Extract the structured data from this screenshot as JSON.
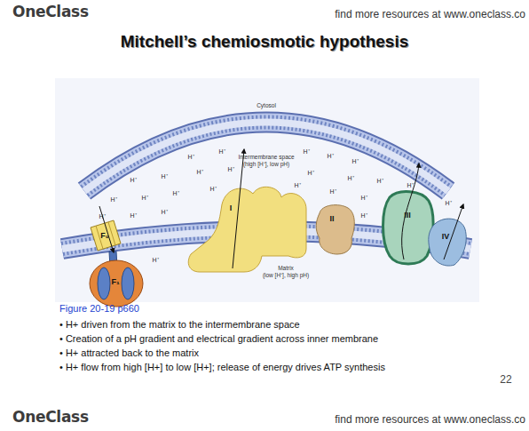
{
  "diagram": {
    "title": "Mitchell’s chemiosmotic hypothesis",
    "nodes": [
      {
        "text": [
          "F₀"
        ]
      },
      {
        "text": [
          "F₁"
        ]
      },
      {
        "text": [
          "I"
        ]
      },
      {
        "text": [
          "II"
        ]
      },
      {
        "text": [
          "III"
        ]
      },
      {
        "text": [
          "IV"
        ]
      }
    ],
    "labels": [
      "OneClass",
      "find more resources at www.oneclass.co",
      "Cytosol",
      "Intermembrane space",
      "(high [H⁺], low pH)",
      "H⁺",
      "H⁺",
      "H⁺",
      "H⁺",
      "H⁺",
      "H⁺",
      "H⁺",
      "H⁺",
      "H⁺",
      "H⁺",
      "H⁺",
      "H⁺",
      "H⁺",
      "H⁺",
      "H⁺",
      "H⁺",
      "H⁺",
      "H⁺",
      "H⁺",
      "H⁺",
      "H⁺",
      "H⁺",
      "H⁺",
      "H⁺",
      "H⁺",
      "H⁺",
      "Matrix",
      "(low [H⁺], high pH)",
      "Figure 20-19 p660",
      "• H+ driven from the matrix to the intermembrane space",
      "• Creation of a pH gradient and electrical gradient across inner membrane",
      "• H+ attracted back to the matrix",
      "• H+ flow from high [H+] to low [H+]; release of energy drives ATP synthesis",
      "22",
      "OneClass",
      "find more resources at www.oneclass.co"
    ]
  }
}
